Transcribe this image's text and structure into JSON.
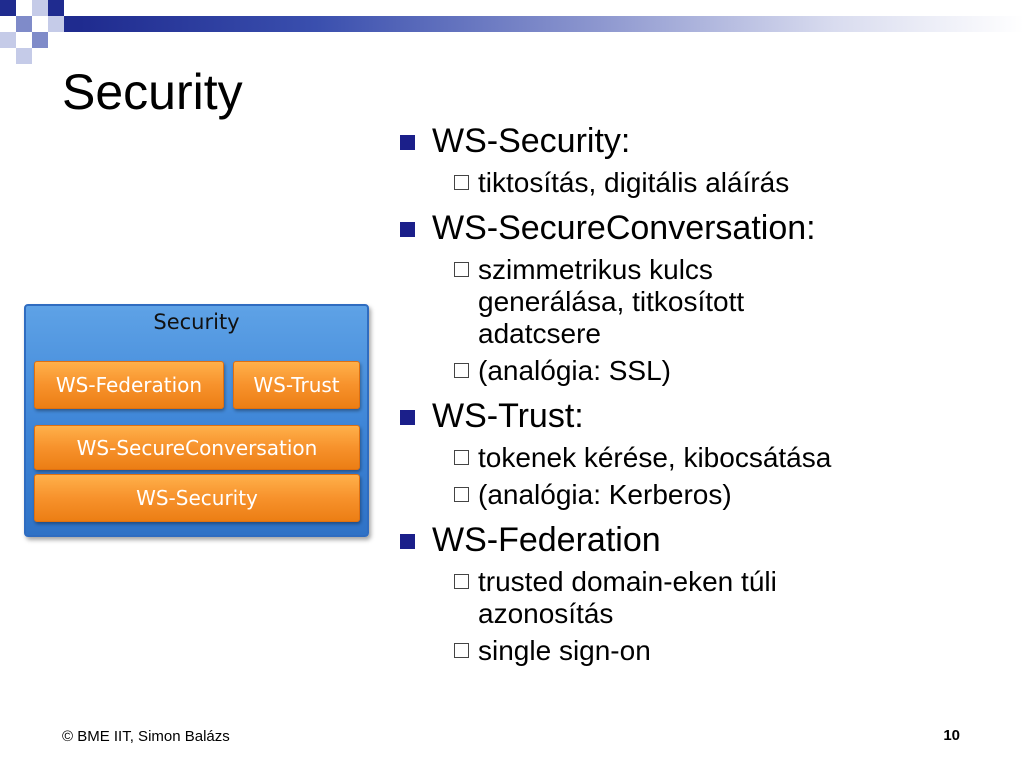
{
  "slide": {
    "title": "Security",
    "footer": "© BME IIT, Simon Balázs",
    "page_number": "10"
  },
  "diagram": {
    "title": "Security",
    "boxes": {
      "federation": "WS-Federation",
      "trust": "WS-Trust",
      "secure_conversation": "WS-SecureConversation",
      "security": "WS-Security"
    }
  },
  "bullets": [
    {
      "text": "WS-Security:",
      "sub": [
        "tiktosítás, digitális aláírás"
      ]
    },
    {
      "text": "WS-SecureConversation:",
      "sub": [
        "szimmetrikus kulcs generálása, titkosított adatcsere",
        "(analógia: SSL)"
      ]
    },
    {
      "text": "WS-Trust:",
      "sub": [
        "tokenek kérése, kibocsátása",
        "(analógia: Kerberos)"
      ]
    },
    {
      "text": "WS-Federation",
      "sub": [
        "trusted domain-eken túli azonosítás",
        "single sign-on"
      ]
    }
  ],
  "colors": {
    "header_blue": "#1f2b8f",
    "bullet_blue": "#1b1f8a",
    "diagram_blue": "#3d84d6",
    "box_orange": "#f7922c"
  }
}
